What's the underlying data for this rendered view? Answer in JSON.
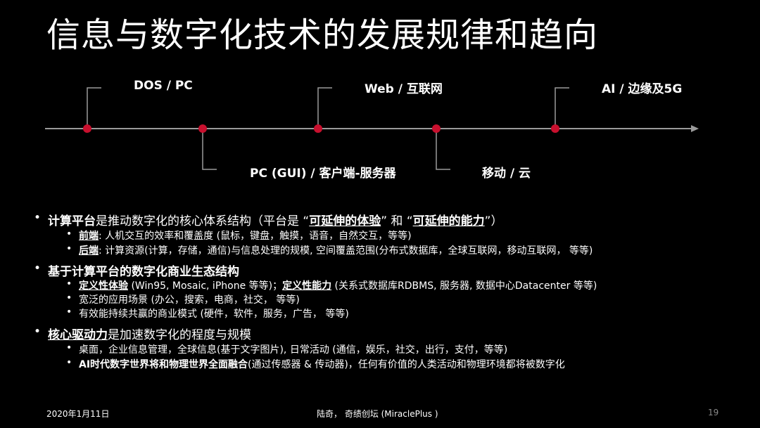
{
  "title": "信息与数字化技术的发展规律和趋向",
  "timeline": {
    "top": [
      "DOS / PC",
      "Web / 互联网",
      "AI / 边缘及5G"
    ],
    "bottom": [
      "PC (GUI) / 客户端-服务器",
      "移动 / 云"
    ],
    "dot_color": "#c8102e"
  },
  "bullets": {
    "b1": {
      "a": "计算平台",
      "b": "是推动数字化的核心体系结构（平台是 “",
      "c": "可延伸的体验",
      "d": "” 和 “",
      "e": "可延伸的能力",
      "f": "”）",
      "s1_a": "前端",
      "s1_b": ": 人机交互的效率和覆盖度 (鼠标，键盘，触摸，语音，自然交互，等等)",
      "s2_a": "后端",
      "s2_b": ": 计算资源(计算，存储，通信)与信息处理的规模, 空间覆盖范围(分布式数据库，全球互联网，移动互联网， 等等)"
    },
    "b2": {
      "a": "基于计算平台的数字化商业生态结构",
      "s1_a": "定义性体验",
      "s1_b": " (Win95, Mosaic, iPhone 等等)；",
      "s1_c": "定义性能力",
      "s1_d": " (关系式数据库RDBMS, 服务器, 数据中心Datacenter 等等)",
      "s2": "宽泛的应用场景 (办公，搜索，电商，社交， 等等)",
      "s3": "有效能持续共赢的商业模式 (硬件，软件，服务，广告， 等等)"
    },
    "b3": {
      "a": "核心驱动力",
      "b": "是加速数字化的程度与规模",
      "s1": "桌面，企业信息管理，全球信息(基于文字图片), 日常活动 (通信，娱乐，社交，出行，支付，等等)",
      "s2_a": "AI时代数字世界将和物理世界全面融合",
      "s2_b": "(通过传感器 & 传动器)，任何有价值的人类活动和物理环境都将被数字化"
    }
  },
  "footer": {
    "date": "2020年1月11日",
    "author": "陆奇， 奇绩创坛 (MiraclePlus )",
    "page": "19"
  }
}
